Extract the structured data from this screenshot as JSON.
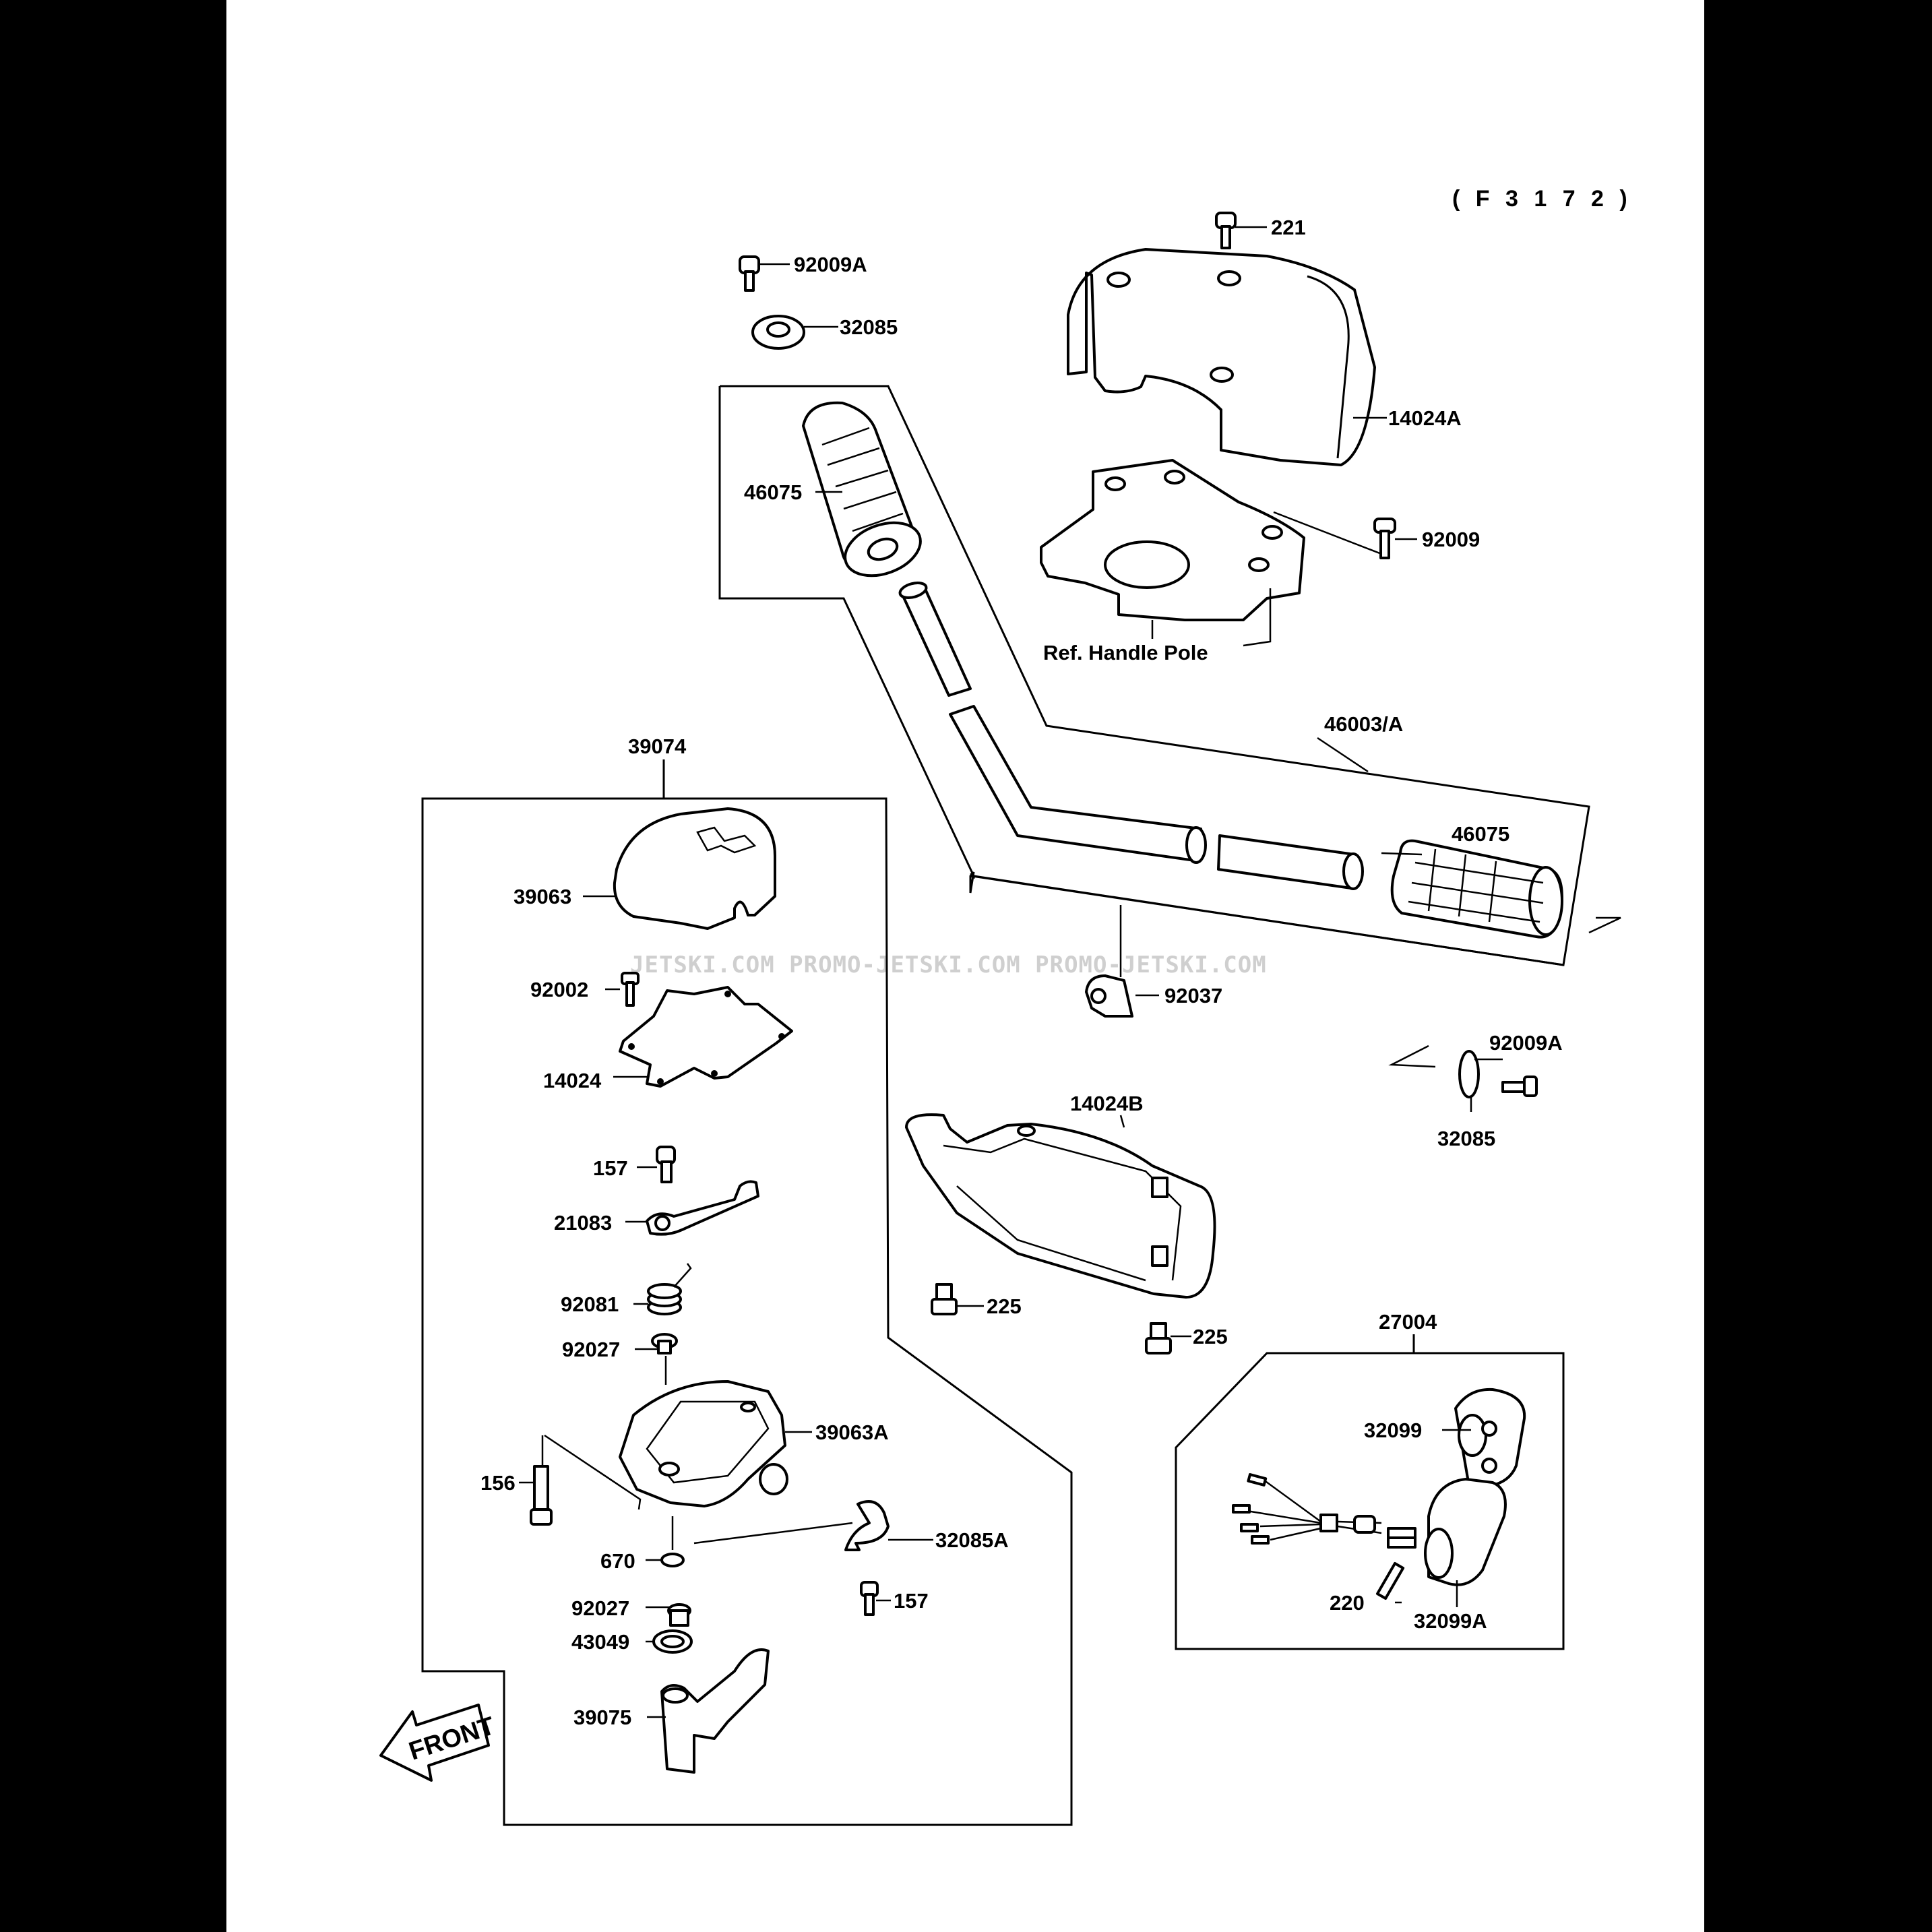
{
  "diagram": {
    "ref_code": "( F 3 1 7 2 )",
    "watermark": "JETSKI.COM   PROMO-JETSKI.COM   PROMO-JETSKI.COM",
    "front_label": "FRONT",
    "note": "Ref. Handle Pole",
    "labels": {
      "p221": "221",
      "p92009A_top": "92009A",
      "p32085_top": "32085",
      "p14024A": "14024A",
      "p46075_left": "46075",
      "p92009": "92009",
      "p46003A": "46003/A",
      "p39074": "39074",
      "p46075_right": "46075",
      "p39063": "39063",
      "p92002": "92002",
      "p92037": "92037",
      "p92009A_right": "92009A",
      "p14024": "14024",
      "p32085_right": "32085",
      "p14024B": "14024B",
      "p157_top": "157",
      "p21083": "21083",
      "p92081": "92081",
      "p225_left": "225",
      "p225_right": "225",
      "p27004": "27004",
      "p92027_top": "92027",
      "p39063A": "39063A",
      "p32099": "32099",
      "p156": "156",
      "p32085A": "32085A",
      "p670": "670",
      "p157_bottom": "157",
      "p220": "220",
      "p32099A": "32099A",
      "p92027_bottom": "92027",
      "p43049": "43049",
      "p39075": "39075"
    }
  }
}
